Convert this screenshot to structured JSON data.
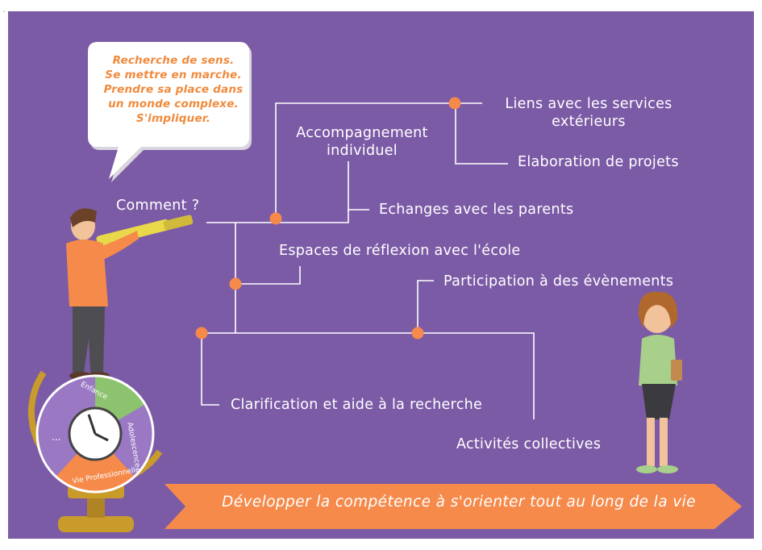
{
  "mark": "·",
  "bubble": {
    "lines": [
      "Recherche de sens.",
      "Se mettre en marche.",
      "Prendre sa place dans",
      "un monde complexe.",
      "S'impliquer."
    ]
  },
  "question": "Comment ?",
  "nodes": {
    "accompagnement": [
      "Accompagnement",
      "individuel"
    ],
    "liens": [
      "Liens avec les services",
      "extérieurs"
    ],
    "elaboration": "Elaboration de projets",
    "echanges": "Echanges avec les parents",
    "espaces": "Espaces de réflexion avec l'école",
    "participation": "Participation à des évènements",
    "clarification": "Clarification et aide à la recherche",
    "activites": "Activités collectives"
  },
  "wheel": {
    "segments": [
      "Enfance",
      "Adolescence",
      "Vie Professionnelle",
      "..."
    ]
  },
  "banner": "Développer la compétence à s'orienter tout au long de la vie",
  "colors": {
    "background": "#7c5ba6",
    "accent": "#f58a4b",
    "line": "#ffffff",
    "wheel_green": "#8dc26e",
    "wheel_purple": "#9a78c4",
    "wheel_orange": "#f58a4b",
    "globe_gold": "#c89b2a"
  }
}
